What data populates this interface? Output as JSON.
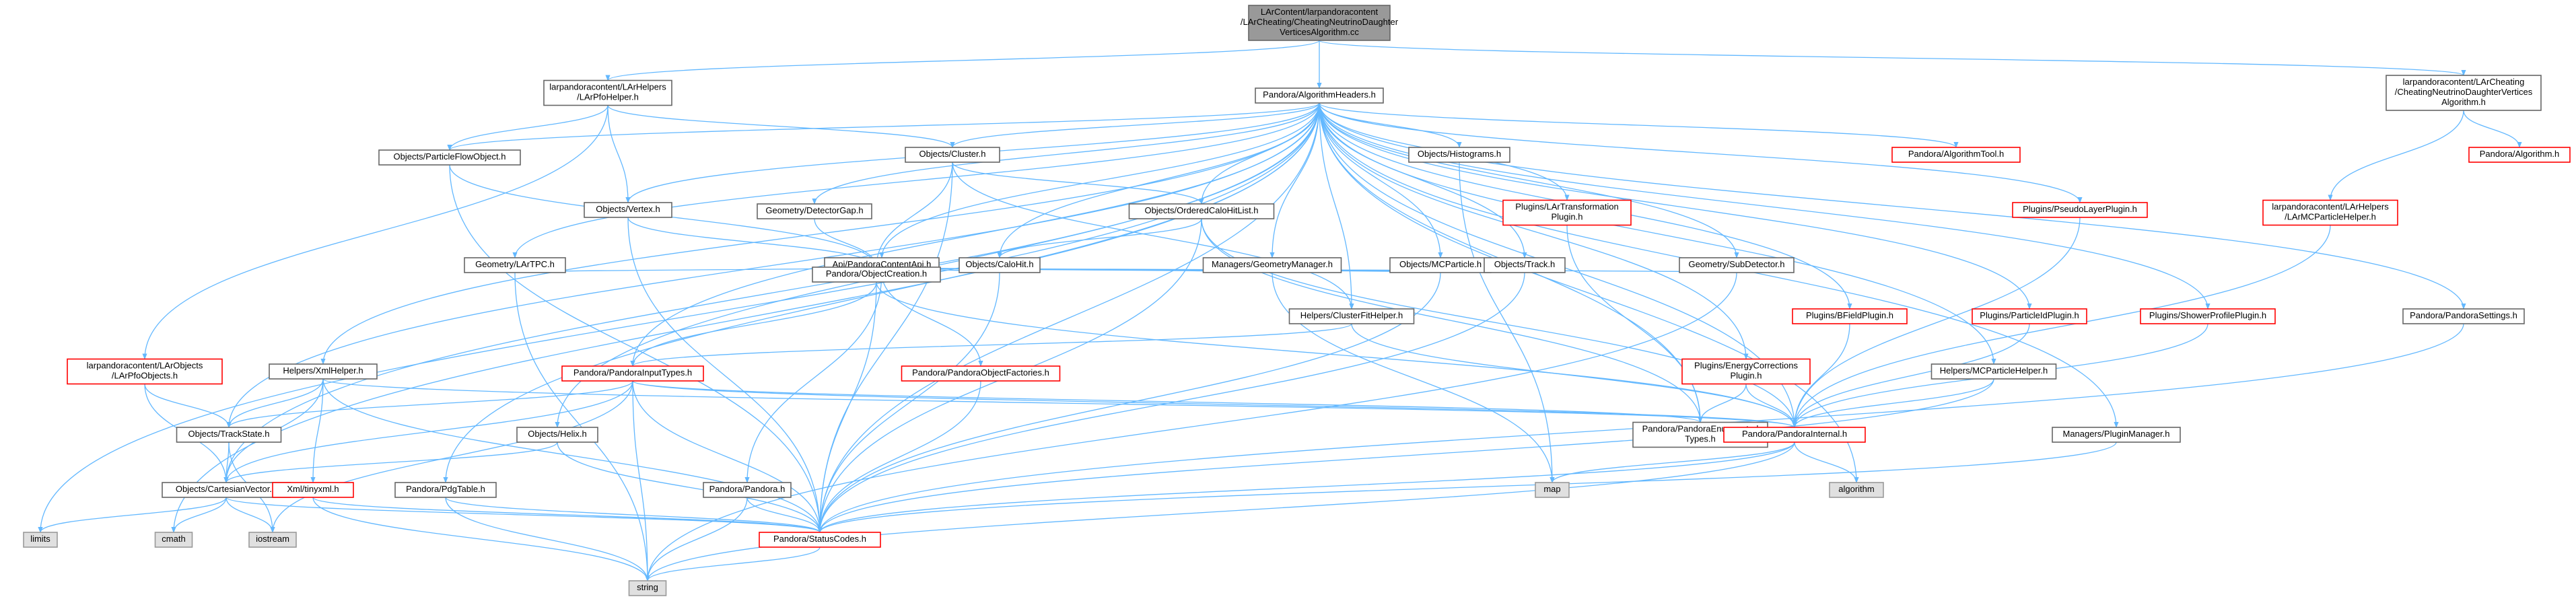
{
  "graph": {
    "kind": "include-dependency-graph",
    "root": "LArContent/larpandoracontent/LArCheating/CheatingNeutrinoDaughterVerticesAlgorithm.cc",
    "colors": {
      "root_fill": "#999999",
      "root_border": "#666666",
      "node_fill": "#ffffff",
      "node_border": "#666666",
      "missing_border": "#ff0000",
      "system_fill": "#e0e0e0",
      "system_border": "#999999",
      "edge": "#63b8ff"
    },
    "nodes": [
      {
        "id": "root",
        "lines": [
          "LArContent/larpandoracontent",
          "/LArCheating/CheatingNeutrinoDaughter",
          "VerticesAlgorithm.cc"
        ],
        "style": "root"
      },
      {
        "id": "larpfohelper",
        "lines": [
          "larpandoracontent/LArHelpers",
          "/LArPfoHelper.h"
        ],
        "style": "normal"
      },
      {
        "id": "algheaders",
        "lines": [
          "Pandora/AlgorithmHeaders.h"
        ],
        "style": "normal"
      },
      {
        "id": "cheatalgh",
        "lines": [
          "larpandoracontent/LArCheating",
          "/CheatingNeutrinoDaughterVertices",
          "Algorithm.h"
        ],
        "style": "normal"
      },
      {
        "id": "particleflow",
        "lines": [
          "Objects/ParticleFlowObject.h"
        ],
        "style": "normal"
      },
      {
        "id": "cluster",
        "lines": [
          "Objects/Cluster.h"
        ],
        "style": "normal"
      },
      {
        "id": "histograms",
        "lines": [
          "Objects/Histograms.h"
        ],
        "style": "normal"
      },
      {
        "id": "algtool",
        "lines": [
          "Pandora/AlgorithmTool.h"
        ],
        "style": "missing"
      },
      {
        "id": "algorithmh",
        "lines": [
          "Pandora/Algorithm.h"
        ],
        "style": "missing"
      },
      {
        "id": "vertex",
        "lines": [
          "Objects/Vertex.h"
        ],
        "style": "normal"
      },
      {
        "id": "detgap",
        "lines": [
          "Geometry/DetectorGap.h"
        ],
        "style": "normal"
      },
      {
        "id": "orderedcalo",
        "lines": [
          "Objects/OrderedCaloHitList.h"
        ],
        "style": "normal"
      },
      {
        "id": "lartransf",
        "lines": [
          "Plugins/LArTransformation",
          "Plugin.h"
        ],
        "style": "missing"
      },
      {
        "id": "pseudolayer",
        "lines": [
          "Plugins/PseudoLayerPlugin.h"
        ],
        "style": "missing"
      },
      {
        "id": "larmcphelper",
        "lines": [
          "larpandoracontent/LArHelpers",
          "/LArMCParticleHelper.h"
        ],
        "style": "missing"
      },
      {
        "id": "lartpc",
        "lines": [
          "Geometry/LArTPC.h"
        ],
        "style": "normal"
      },
      {
        "id": "contentapi",
        "lines": [
          "Api/PandoraContentApi.h"
        ],
        "style": "normal"
      },
      {
        "id": "calohit",
        "lines": [
          "Objects/CaloHit.h"
        ],
        "style": "normal"
      },
      {
        "id": "geommanager",
        "lines": [
          "Managers/GeometryManager.h"
        ],
        "style": "normal"
      },
      {
        "id": "mcparticle",
        "lines": [
          "Objects/MCParticle.h"
        ],
        "style": "normal"
      },
      {
        "id": "track",
        "lines": [
          "Objects/Track.h"
        ],
        "style": "normal"
      },
      {
        "id": "subdetector",
        "lines": [
          "Geometry/SubDetector.h"
        ],
        "style": "normal"
      },
      {
        "id": "objcreation",
        "lines": [
          "Pandora/ObjectCreation.h"
        ],
        "style": "normal"
      },
      {
        "id": "clusterfit",
        "lines": [
          "Helpers/ClusterFitHelper.h"
        ],
        "style": "normal"
      },
      {
        "id": "bfield",
        "lines": [
          "Plugins/BFieldPlugin.h"
        ],
        "style": "missing"
      },
      {
        "id": "particleid",
        "lines": [
          "Plugins/ParticleIdPlugin.h"
        ],
        "style": "missing"
      },
      {
        "id": "showerprofile",
        "lines": [
          "Plugins/ShowerProfilePlugin.h"
        ],
        "style": "missing"
      },
      {
        "id": "pandorasettings",
        "lines": [
          "Pandora/PandoraSettings.h"
        ],
        "style": "normal"
      },
      {
        "id": "larpfoobjects",
        "lines": [
          "larpandoracontent/LArObjects",
          "/LArPfoObjects.h"
        ],
        "style": "missing"
      },
      {
        "id": "xmlhelper",
        "lines": [
          "Helpers/XmlHelper.h"
        ],
        "style": "normal"
      },
      {
        "id": "inputtypes",
        "lines": [
          "Pandora/PandoraInputTypes.h"
        ],
        "style": "missing"
      },
      {
        "id": "objfactories",
        "lines": [
          "Pandora/PandoraObjectFactories.h"
        ],
        "style": "missing"
      },
      {
        "id": "energycorr",
        "lines": [
          "Plugins/EnergyCorrections",
          "Plugin.h"
        ],
        "style": "missing"
      },
      {
        "id": "mcparthelper",
        "lines": [
          "Helpers/MCParticleHelper.h"
        ],
        "style": "normal"
      },
      {
        "id": "trackstate",
        "lines": [
          "Objects/TrackState.h"
        ],
        "style": "normal"
      },
      {
        "id": "helix",
        "lines": [
          "Objects/Helix.h"
        ],
        "style": "normal"
      },
      {
        "id": "enumtypes",
        "lines": [
          "Pandora/PandoraEnumerated",
          "Types.h"
        ],
        "style": "normal"
      },
      {
        "id": "pandorainternal",
        "lines": [
          "Pandora/PandoraInternal.h"
        ],
        "style": "missing"
      },
      {
        "id": "pluginmanager",
        "lines": [
          "Managers/PluginManager.h"
        ],
        "style": "normal"
      },
      {
        "id": "cartesian",
        "lines": [
          "Objects/CartesianVector.h"
        ],
        "style": "normal"
      },
      {
        "id": "tinyxml",
        "lines": [
          "Xml/tinyxml.h"
        ],
        "style": "missing"
      },
      {
        "id": "pdgtable",
        "lines": [
          "Pandora/PdgTable.h"
        ],
        "style": "normal"
      },
      {
        "id": "pandorah",
        "lines": [
          "Pandora/Pandora.h"
        ],
        "style": "normal"
      },
      {
        "id": "map",
        "lines": [
          "map"
        ],
        "style": "system"
      },
      {
        "id": "algorithm",
        "lines": [
          "algorithm"
        ],
        "style": "system"
      },
      {
        "id": "limits",
        "lines": [
          "limits"
        ],
        "style": "system"
      },
      {
        "id": "cmath",
        "lines": [
          "cmath"
        ],
        "style": "system"
      },
      {
        "id": "iostream",
        "lines": [
          "iostream"
        ],
        "style": "system"
      },
      {
        "id": "statuscodes",
        "lines": [
          "Pandora/StatusCodes.h"
        ],
        "style": "missing"
      },
      {
        "id": "string",
        "lines": [
          "string"
        ],
        "style": "system"
      }
    ],
    "edges": [
      [
        "root",
        "larpfohelper"
      ],
      [
        "root",
        "algheaders"
      ],
      [
        "root",
        "cheatalgh"
      ],
      [
        "larpfohelper",
        "particleflow"
      ],
      [
        "larpfohelper",
        "cluster"
      ],
      [
        "larpfohelper",
        "vertex"
      ],
      [
        "larpfohelper",
        "larpfoobjects"
      ],
      [
        "cheatalgh",
        "larmcphelper"
      ],
      [
        "cheatalgh",
        "algorithmh"
      ],
      [
        "algheaders",
        "particleflow"
      ],
      [
        "algheaders",
        "cluster"
      ],
      [
        "algheaders",
        "histograms"
      ],
      [
        "algheaders",
        "algtool"
      ],
      [
        "algheaders",
        "vertex"
      ],
      [
        "algheaders",
        "detgap"
      ],
      [
        "algheaders",
        "orderedcalo"
      ],
      [
        "algheaders",
        "lartransf"
      ],
      [
        "algheaders",
        "pseudolayer"
      ],
      [
        "algheaders",
        "lartpc"
      ],
      [
        "algheaders",
        "contentapi"
      ],
      [
        "algheaders",
        "calohit"
      ],
      [
        "algheaders",
        "geommanager"
      ],
      [
        "algheaders",
        "mcparticle"
      ],
      [
        "algheaders",
        "track"
      ],
      [
        "algheaders",
        "subdetector"
      ],
      [
        "algheaders",
        "clusterfit"
      ],
      [
        "algheaders",
        "bfield"
      ],
      [
        "algheaders",
        "particleid"
      ],
      [
        "algheaders",
        "showerprofile"
      ],
      [
        "algheaders",
        "pandorasettings"
      ],
      [
        "algheaders",
        "xmlhelper"
      ],
      [
        "algheaders",
        "inputtypes"
      ],
      [
        "algheaders",
        "energycorr"
      ],
      [
        "algheaders",
        "mcparthelper"
      ],
      [
        "algheaders",
        "trackstate"
      ],
      [
        "algheaders",
        "helix"
      ],
      [
        "algheaders",
        "enumtypes"
      ],
      [
        "algheaders",
        "pandorainternal"
      ],
      [
        "algheaders",
        "pluginmanager"
      ],
      [
        "algheaders",
        "cartesian"
      ],
      [
        "algheaders",
        "pdgtable"
      ],
      [
        "algheaders",
        "limits"
      ],
      [
        "algheaders",
        "cmath"
      ],
      [
        "algheaders",
        "algorithm"
      ],
      [
        "algheaders",
        "statuscodes"
      ],
      [
        "particleflow",
        "objcreation"
      ],
      [
        "particleflow",
        "statuscodes"
      ],
      [
        "cluster",
        "objcreation"
      ],
      [
        "cluster",
        "orderedcalo"
      ],
      [
        "cluster",
        "clusterfit"
      ],
      [
        "cluster",
        "statuscodes"
      ],
      [
        "vertex",
        "objcreation"
      ],
      [
        "vertex",
        "statuscodes"
      ],
      [
        "detgap",
        "objcreation"
      ],
      [
        "orderedcalo",
        "calohit"
      ],
      [
        "orderedcalo",
        "statuscodes"
      ],
      [
        "orderedcalo",
        "enumtypes"
      ],
      [
        "orderedcalo",
        "pandorainternal"
      ],
      [
        "lartpc",
        "objcreation"
      ],
      [
        "lartpc",
        "string"
      ],
      [
        "contentapi",
        "objcreation"
      ],
      [
        "contentapi",
        "objfactories"
      ],
      [
        "contentapi",
        "pandorah"
      ],
      [
        "calohit",
        "objcreation"
      ],
      [
        "calohit",
        "statuscodes"
      ],
      [
        "geommanager",
        "objcreation"
      ],
      [
        "geommanager",
        "map"
      ],
      [
        "mcparticle",
        "objcreation"
      ],
      [
        "mcparticle",
        "statuscodes"
      ],
      [
        "track",
        "objcreation"
      ],
      [
        "track",
        "statuscodes"
      ],
      [
        "subdetector",
        "objcreation"
      ],
      [
        "subdetector",
        "string"
      ],
      [
        "objcreation",
        "inputtypes"
      ],
      [
        "objcreation",
        "pandorainternal"
      ],
      [
        "objcreation",
        "statuscodes"
      ],
      [
        "clusterfit",
        "inputtypes"
      ],
      [
        "clusterfit",
        "pandorainternal"
      ],
      [
        "histograms",
        "map"
      ],
      [
        "lartransf",
        "enumtypes"
      ],
      [
        "pseudolayer",
        "pandorainternal"
      ],
      [
        "bfield",
        "pandorainternal"
      ],
      [
        "particleid",
        "pandorainternal"
      ],
      [
        "showerprofile",
        "pandorainternal"
      ],
      [
        "larmcphelper",
        "pandorainternal"
      ],
      [
        "energycorr",
        "enumtypes"
      ],
      [
        "energycorr",
        "pandorainternal"
      ],
      [
        "pandorasettings",
        "statuscodes"
      ],
      [
        "mcparthelper",
        "pandorainternal"
      ],
      [
        "mcparthelper",
        "statuscodes"
      ],
      [
        "pluginmanager",
        "statuscodes"
      ],
      [
        "inputtypes",
        "trackstate"
      ],
      [
        "inputtypes",
        "cartesian"
      ],
      [
        "inputtypes",
        "enumtypes"
      ],
      [
        "inputtypes",
        "pandorainternal"
      ],
      [
        "inputtypes",
        "statuscodes"
      ],
      [
        "inputtypes",
        "string"
      ],
      [
        "inputtypes",
        "iostream"
      ],
      [
        "xmlhelper",
        "trackstate"
      ],
      [
        "xmlhelper",
        "cartesian"
      ],
      [
        "xmlhelper",
        "tinyxml"
      ],
      [
        "xmlhelper",
        "pandorainternal"
      ],
      [
        "xmlhelper",
        "statuscodes"
      ],
      [
        "larpfoobjects",
        "trackstate"
      ],
      [
        "larpfoobjects",
        "cartesian"
      ],
      [
        "trackstate",
        "cartesian"
      ],
      [
        "trackstate",
        "iostream"
      ],
      [
        "helix",
        "cartesian"
      ],
      [
        "helix",
        "statuscodes"
      ],
      [
        "cartesian",
        "limits"
      ],
      [
        "cartesian",
        "cmath"
      ],
      [
        "cartesian",
        "iostream"
      ],
      [
        "cartesian",
        "statuscodes"
      ],
      [
        "tinyxml",
        "string"
      ],
      [
        "tinyxml",
        "statuscodes"
      ],
      [
        "pdgtable",
        "statuscodes"
      ],
      [
        "pdgtable",
        "string"
      ],
      [
        "pandorah",
        "statuscodes"
      ],
      [
        "pandorah",
        "string"
      ],
      [
        "objfactories",
        "statuscodes"
      ],
      [
        "pandorainternal",
        "map"
      ],
      [
        "pandorainternal",
        "algorithm"
      ],
      [
        "pandorainternal",
        "string"
      ],
      [
        "pandorainternal",
        "statuscodes"
      ],
      [
        "statuscodes",
        "string"
      ]
    ]
  }
}
